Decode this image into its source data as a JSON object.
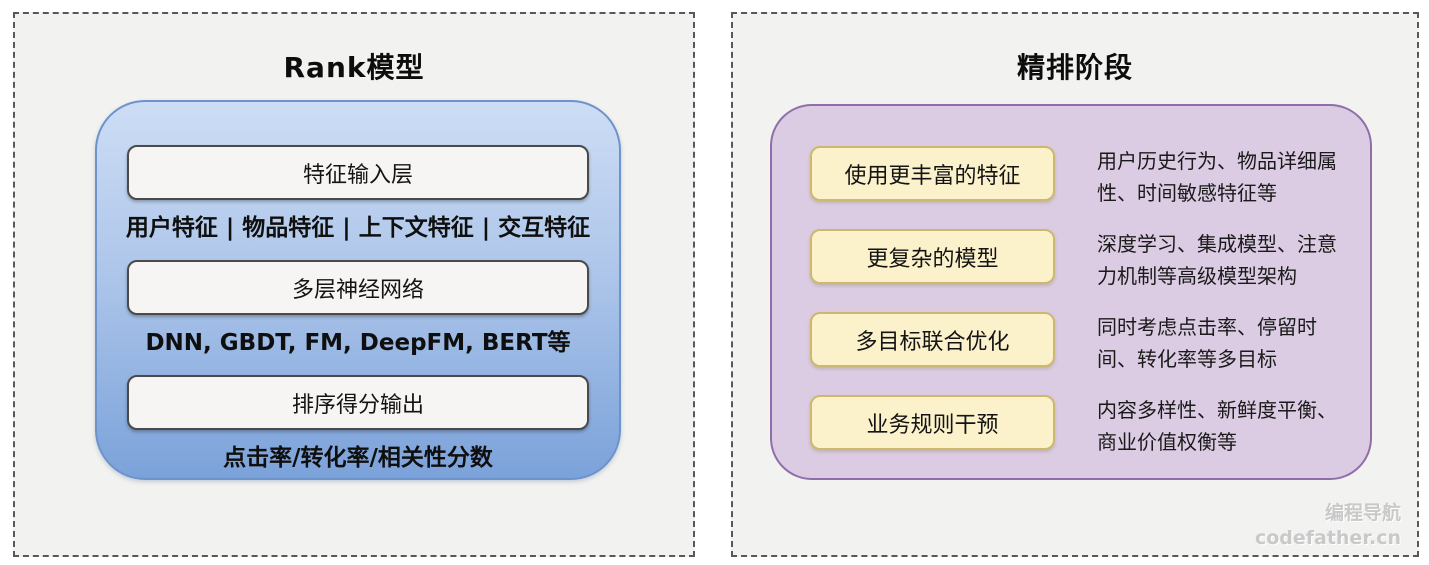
{
  "left_panel": {
    "title": "Rank模型",
    "layers": [
      {
        "label": "特征输入层",
        "caption": "用户特征 | 物品特征 | 上下文特征 | 交互特征"
      },
      {
        "label": "多层神经网络",
        "caption": "DNN, GBDT, FM, DeepFM, BERT等"
      },
      {
        "label": "排序得分输出",
        "caption": "点击率/转化率/相关性分数"
      }
    ]
  },
  "right_panel": {
    "title": "精排阶段",
    "items": [
      {
        "label": "使用更丰富的特征",
        "description": "用户历史行为、物品详细属\n性、时间敏感特征等"
      },
      {
        "label": "更复杂的模型",
        "description": "深度学习、集成模型、注意\n力机制等高级模型架构"
      },
      {
        "label": "多目标联合优化",
        "description": "同时考虑点击率、停留时\n间、转化率等多目标"
      },
      {
        "label": "业务规则干预",
        "description": "内容多样性、新鲜度平衡、\n商业价值权衡等"
      }
    ]
  },
  "watermark": {
    "line1": "编程导航",
    "line2": "codefather.cn"
  },
  "colors": {
    "panel_background": "#f2f2f0",
    "dashed_border": "#585858",
    "blue_gradient_top": "#cdddf5",
    "blue_gradient_bottom": "#7ba2da",
    "blue_border": "#6d93cb",
    "layer_box_fill": "#f6f5f3",
    "layer_box_border": "#4a4a4a",
    "purple_fill": "#dbcce3",
    "purple_border": "#8f6fa9",
    "yellow_fill": "#fbf2cb",
    "yellow_border": "#cdb96e"
  }
}
